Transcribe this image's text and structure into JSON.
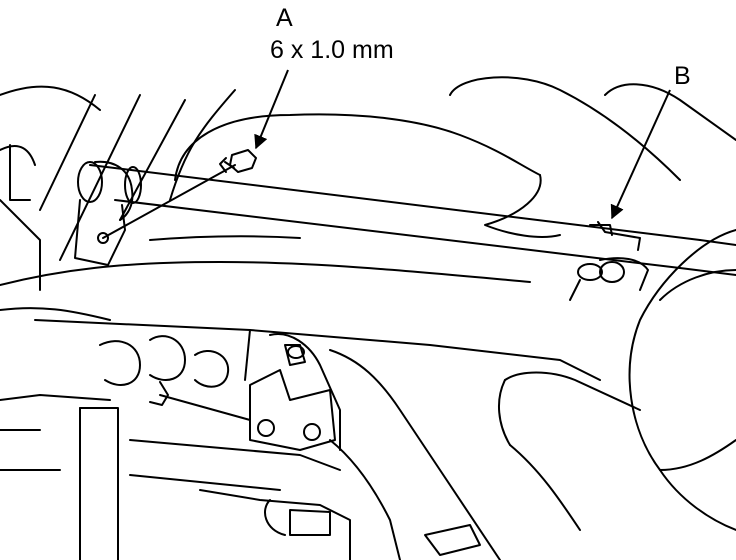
{
  "callouts": {
    "a": {
      "letter": "A",
      "spec": "6 x 1.0 mm"
    },
    "b": {
      "letter": "B"
    }
  },
  "colors": {
    "line": "#000000",
    "background": "#ffffff"
  }
}
